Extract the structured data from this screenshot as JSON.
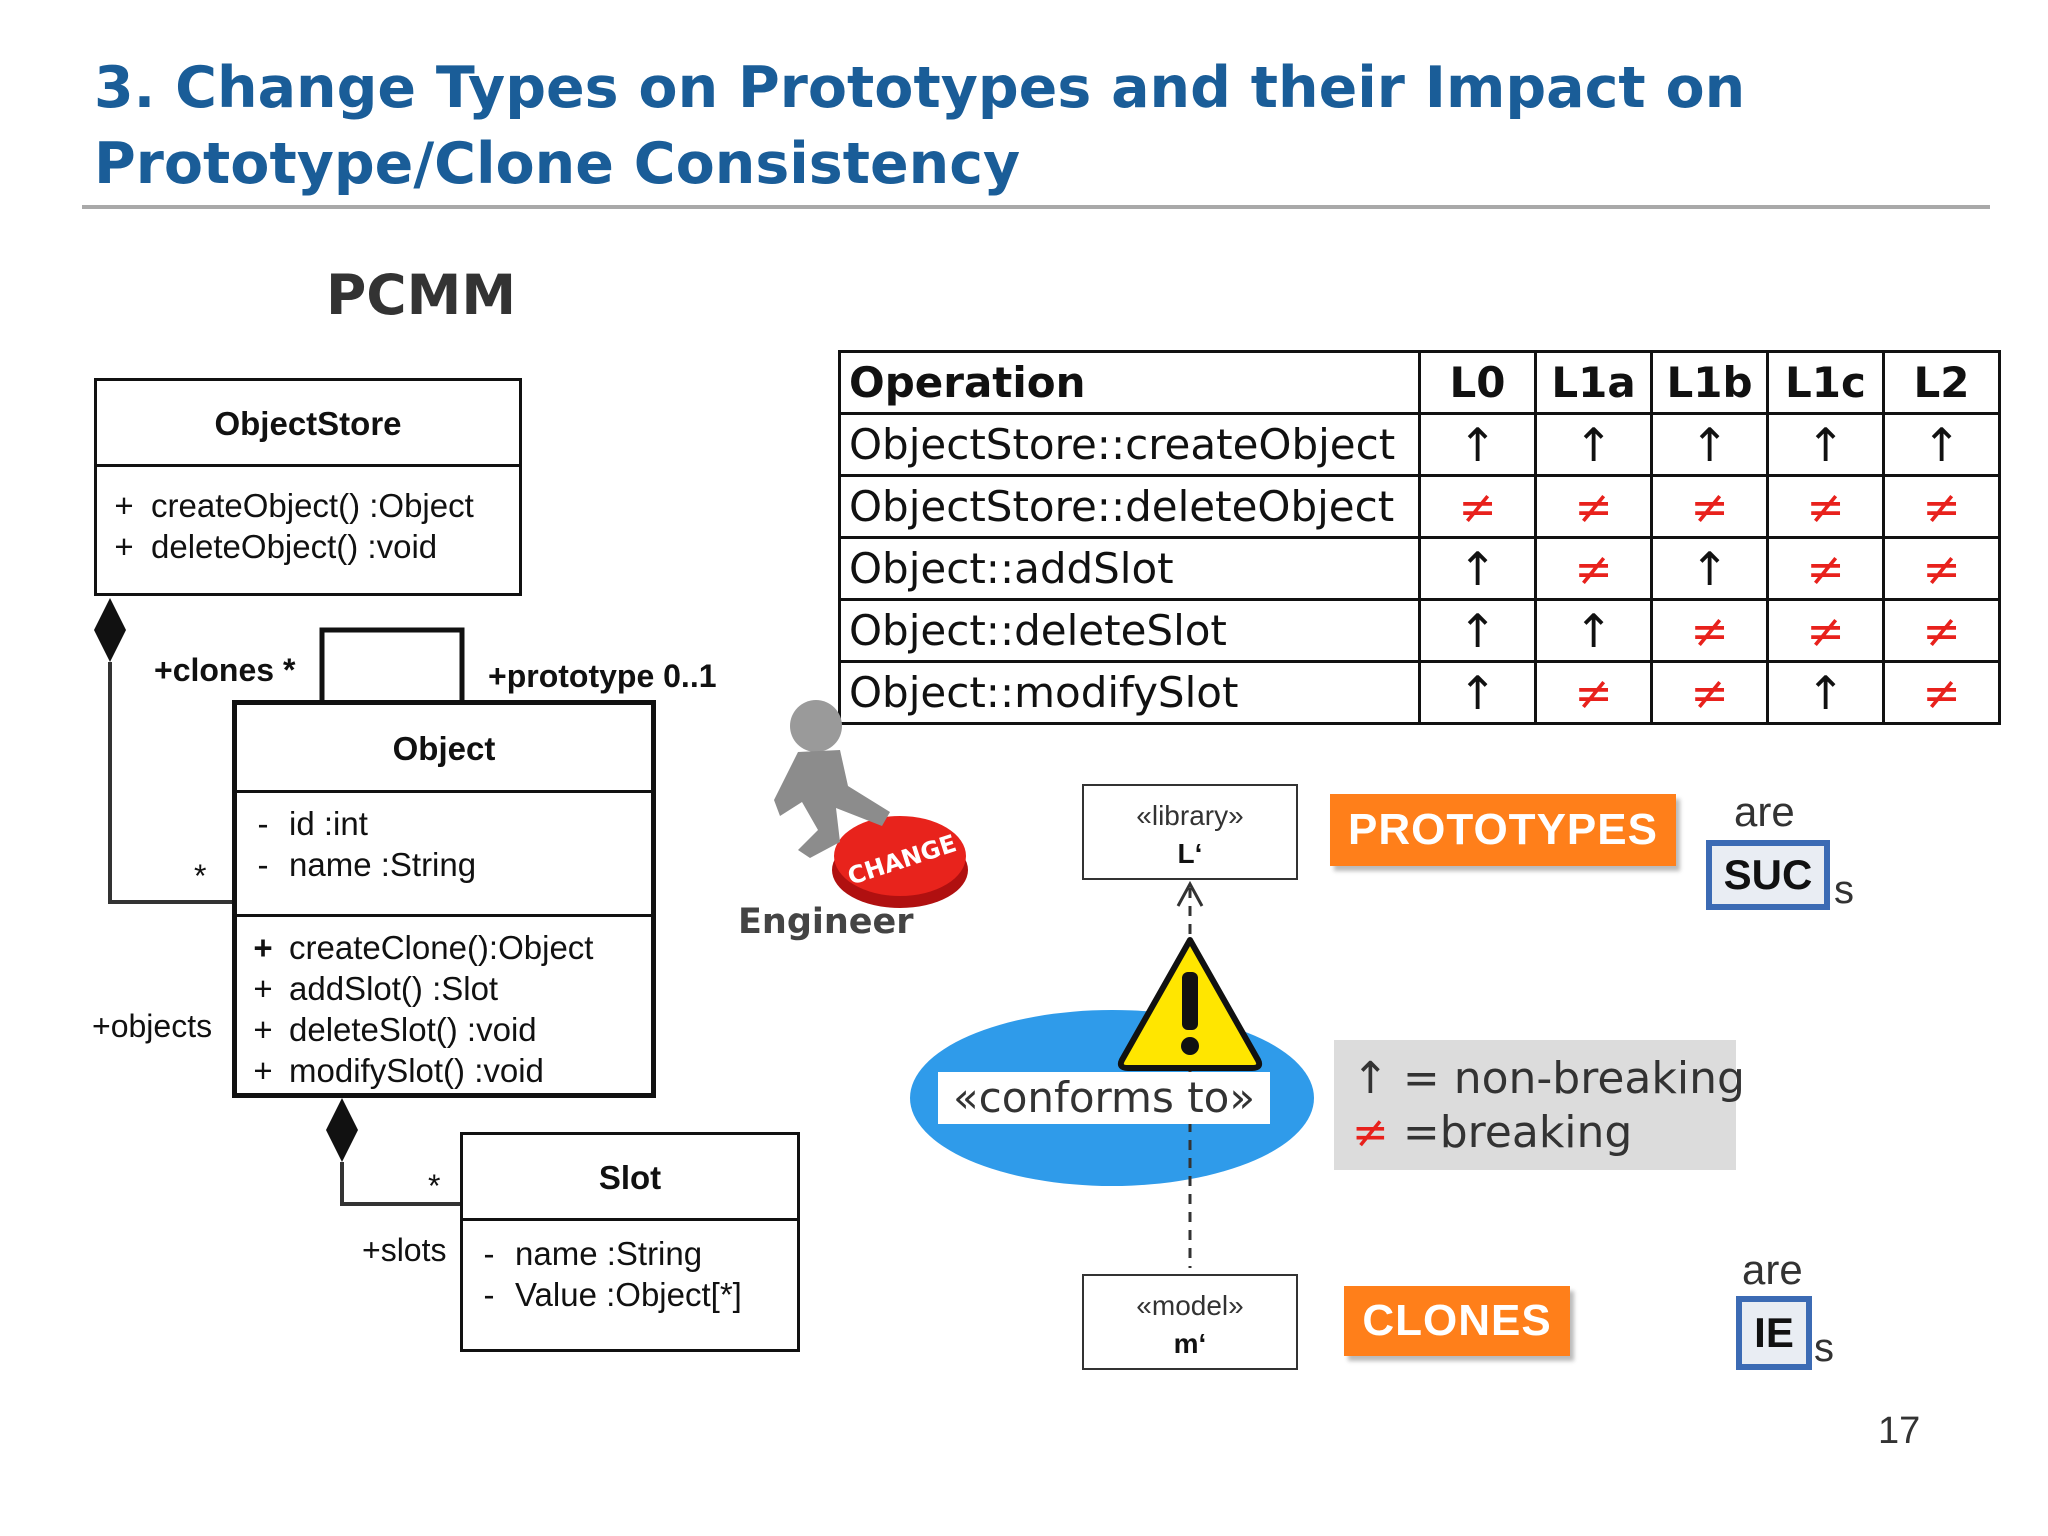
{
  "slide": {
    "title_line1": "3. Change Types on Prototypes and their Impact on",
    "title_line2": "Prototype/Clone Consistency",
    "pcmm_label": "PCMM",
    "page_number": "17"
  },
  "uml": {
    "objectstore": {
      "name": "ObjectStore",
      "operations": [
        {
          "vis": "+",
          "text": "createObject()  :Object"
        },
        {
          "vis": "+",
          "text": "deleteObject()  :void"
        }
      ]
    },
    "object": {
      "name": "Object",
      "attributes": [
        {
          "vis": "-",
          "text": "id  :int"
        },
        {
          "vis": "-",
          "text": "name  :String"
        }
      ],
      "operations": [
        {
          "vis": "+",
          "text": "createClone():Object"
        },
        {
          "vis": "+",
          "text": "addSlot()  :Slot"
        },
        {
          "vis": "+",
          "text": "deleteSlot()  :void"
        },
        {
          "vis": "+",
          "text": "modifySlot()  :void"
        }
      ]
    },
    "slot": {
      "name": "Slot",
      "attributes": [
        {
          "vis": "-",
          "text": "name  :String"
        },
        {
          "vis": "-",
          "text": "Value  :Object[*]"
        }
      ]
    },
    "labels": {
      "clones": "+clones *",
      "prototype": "+prototype 0..1",
      "objects": "+objects",
      "objects_mult": "*",
      "slots": "+slots",
      "slots_mult": "*"
    }
  },
  "table": {
    "header": [
      "Operation",
      "L0",
      "L1a",
      "L1b",
      "L1c",
      "L2"
    ],
    "rows": [
      {
        "op": "ObjectStore::createObject",
        "cells": [
          "↑",
          "↑",
          "↑",
          "↑",
          "↑"
        ]
      },
      {
        "op": "ObjectStore::deleteObject",
        "cells": [
          "≠",
          "≠",
          "≠",
          "≠",
          "≠"
        ]
      },
      {
        "op": "Object::addSlot",
        "cells": [
          "↑",
          "≠",
          "↑",
          "≠",
          "≠"
        ]
      },
      {
        "op": "Object::deleteSlot",
        "cells": [
          "↑",
          "↑",
          "≠",
          "≠",
          "≠"
        ]
      },
      {
        "op": "Object::modifySlot",
        "cells": [
          "↑",
          "≠",
          "≠",
          "↑",
          "≠"
        ]
      }
    ]
  },
  "engineer": {
    "label": "Engineer",
    "button_text": "CHANGE"
  },
  "metamodel": {
    "library_stereotype": "«library»",
    "library_name": "L‘",
    "model_stereotype": "«model»",
    "model_name": "m‘",
    "conforms_label": "«conforms to»",
    "prototypes_label": "PROTOTYPES",
    "clones_label": "CLONES",
    "are_1": "are",
    "suc_label": "SUC",
    "suc_suffix": "s",
    "are_2": "are",
    "ie_label": "IE",
    "ie_suffix": "s"
  },
  "legend": {
    "up_symbol": "↑",
    "up_text": " = non-breaking",
    "ne_symbol": "≠",
    "ne_text": " =breaking"
  },
  "colors": {
    "title": "#1a5d98",
    "breaking": "#e8211c",
    "orange": "#ff7f1a",
    "ellipse": "#2f9bea",
    "box_border": "#3c6bb4",
    "warning": "#ffe600"
  }
}
